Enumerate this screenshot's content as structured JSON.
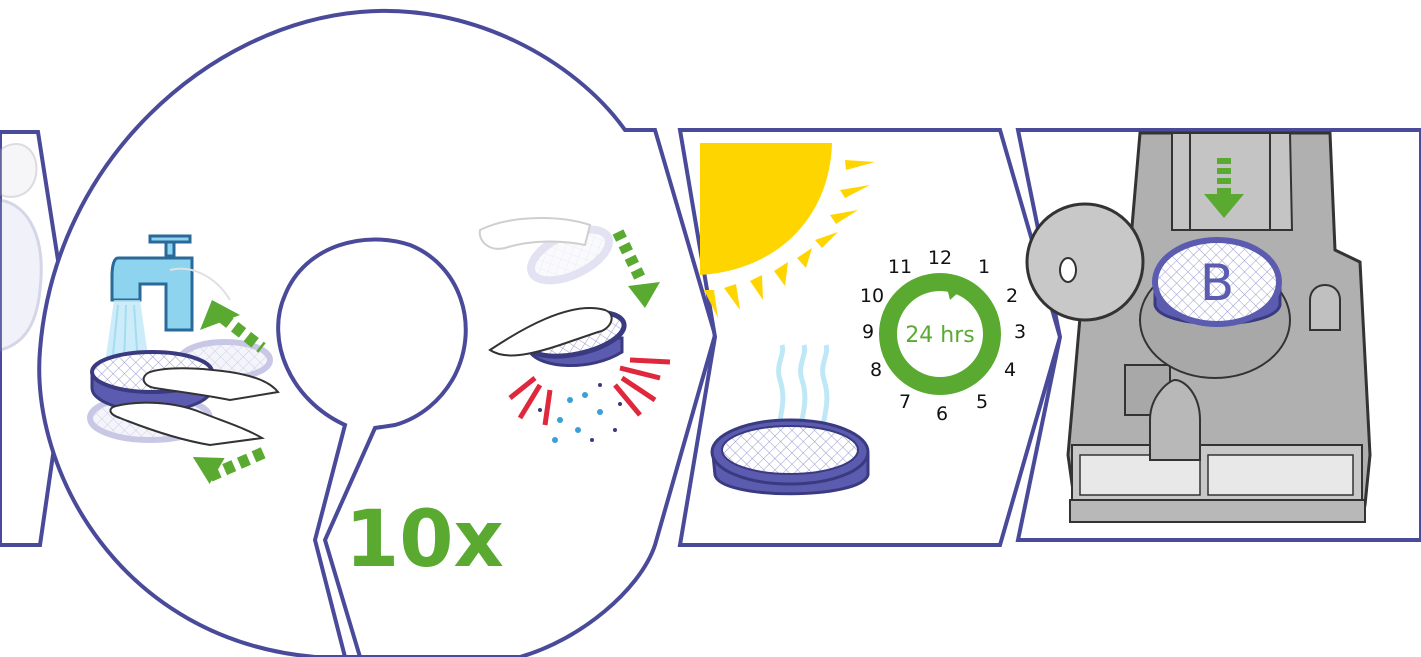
{
  "step_repeat": {
    "label": "10x"
  },
  "clock": {
    "hours": [
      "12",
      "1",
      "2",
      "3",
      "4",
      "5",
      "6",
      "7",
      "8",
      "9",
      "10",
      "11"
    ],
    "duration": "24 hrs"
  },
  "filter_label": "B",
  "colors": {
    "outline": "#4a4a9a",
    "accent_green": "#5aaa32",
    "water_blue": "#8fd4ef",
    "sun_yellow": "#ffd500",
    "filter_purple": "#5b5bb0",
    "machine_gray": "#b0b0b0",
    "drop_red": "#e0283c"
  },
  "icons": [
    "faucet-icon",
    "hand-icon",
    "arrow-icon",
    "sun-icon",
    "clock-icon",
    "filter-icon",
    "vacuum-icon"
  ]
}
